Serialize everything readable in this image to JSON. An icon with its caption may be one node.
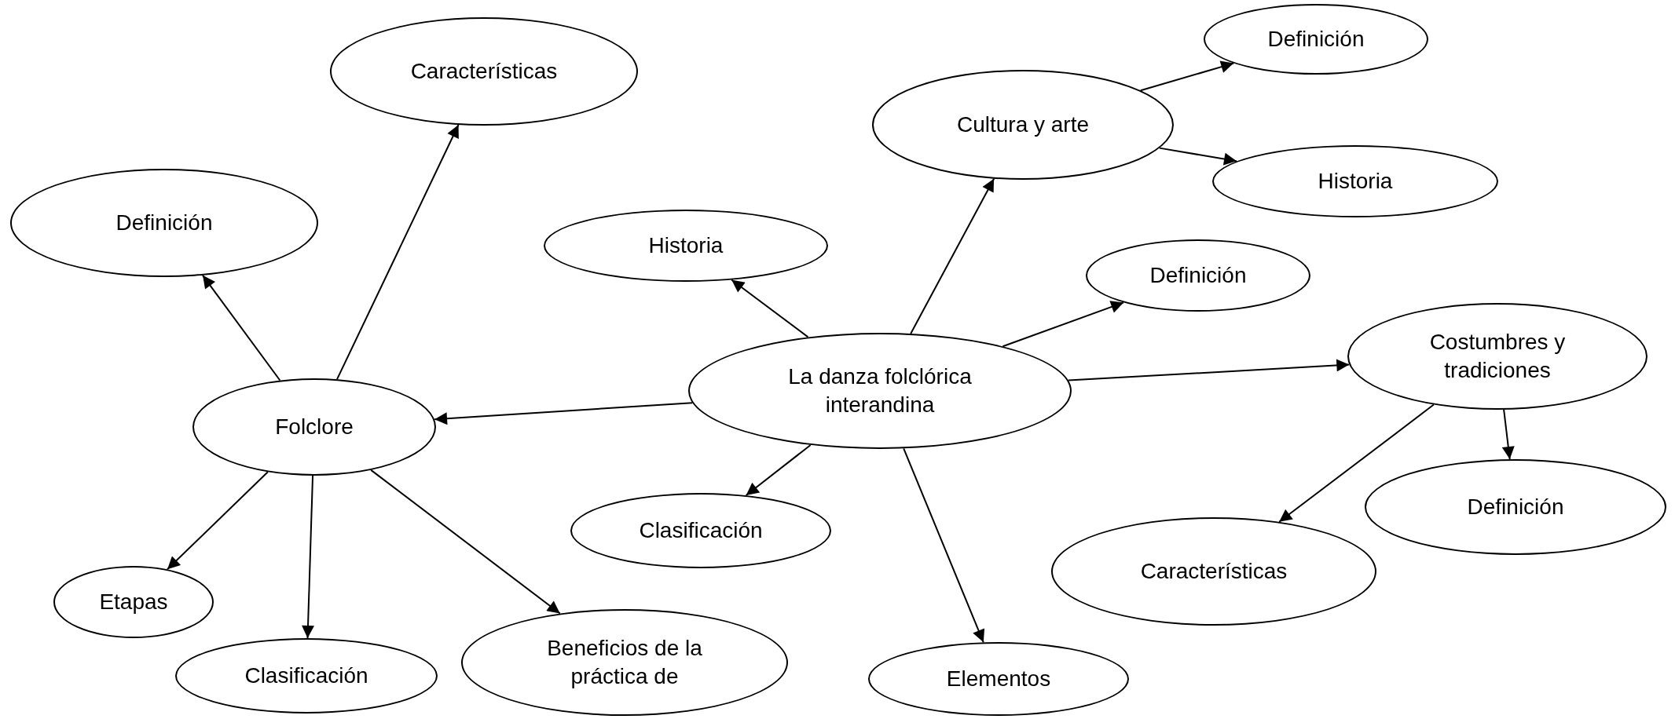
{
  "diagram": {
    "nodes": [
      {
        "text": [
          "Características"
        ]
      },
      {
        "text": [
          "Definición"
        ]
      },
      {
        "text": [
          "Folclore"
        ]
      },
      {
        "text": [
          "Etapas"
        ]
      },
      {
        "text": [
          "Clasificación"
        ]
      },
      {
        "text": [
          "Beneficios de la práctica de"
        ]
      },
      {
        "text": [
          "Historia"
        ]
      },
      {
        "text": [
          "La danza folclórica interandina"
        ]
      },
      {
        "text": [
          "Clasificación"
        ]
      },
      {
        "text": [
          "Elementos"
        ]
      },
      {
        "text": [
          "Cultura y arte"
        ]
      },
      {
        "text": [
          "Definición"
        ]
      },
      {
        "text": [
          "Historia"
        ]
      },
      {
        "text": [
          "Definición"
        ]
      },
      {
        "text": [
          "Costumbres y tradiciones"
        ]
      },
      {
        "text": [
          "Características"
        ]
      },
      {
        "text": [
          "Definición"
        ]
      }
    ],
    "edges": [
      {
        "from": 2,
        "to": 0,
        "arrow": "to"
      },
      {
        "from": 2,
        "to": 1,
        "arrow": "to"
      },
      {
        "from": 2,
        "to": 3,
        "arrow": "to"
      },
      {
        "from": 2,
        "to": 4,
        "arrow": "to"
      },
      {
        "from": 2,
        "to": 5,
        "arrow": "to"
      },
      {
        "from": 7,
        "to": 2,
        "arrow": "to"
      },
      {
        "from": 7,
        "to": 6,
        "arrow": "to"
      },
      {
        "from": 7,
        "to": 10,
        "arrow": "to"
      },
      {
        "from": 7,
        "to": 13,
        "arrow": "to"
      },
      {
        "from": 7,
        "to": 14,
        "arrow": "to"
      },
      {
        "from": 7,
        "to": 8,
        "arrow": "to"
      },
      {
        "from": 7,
        "to": 9,
        "arrow": "to"
      },
      {
        "from": 10,
        "to": 11,
        "arrow": "to"
      },
      {
        "from": 10,
        "to": 12,
        "arrow": "to"
      },
      {
        "from": 14,
        "to": 15,
        "arrow": "to"
      },
      {
        "from": 14,
        "to": 16,
        "arrow": "to"
      }
    ]
  }
}
